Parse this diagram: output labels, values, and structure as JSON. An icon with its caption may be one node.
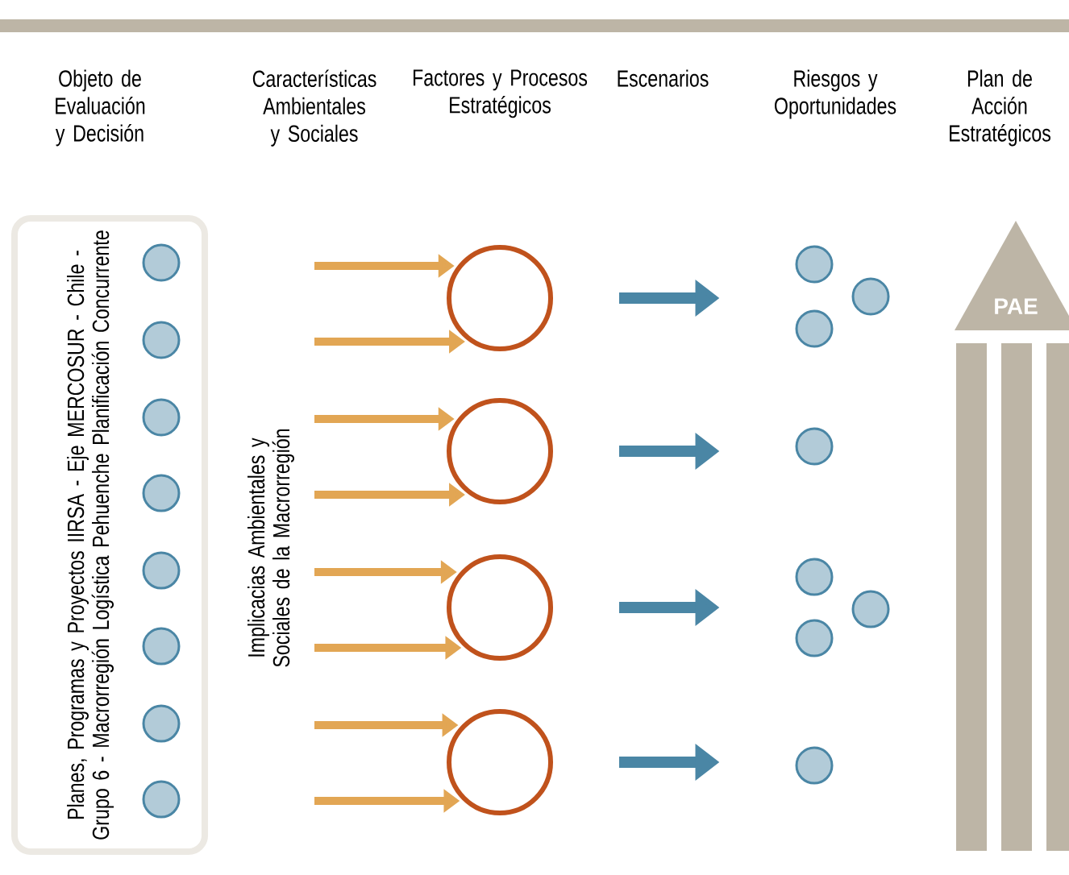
{
  "diagram": {
    "nodes": [
      {
        "text": [
          "Planes, Programas y Proyectos IIRSA - Eje MERCOSUR - Chile - Grupo 6 - Macrorregión Logística Pehuenche Planificación Concurrente"
        ]
      },
      {
        "text": [],
        "shape": "circle",
        "in": 0
      },
      {
        "text": [],
        "shape": "circle",
        "in": 0
      },
      {
        "text": [],
        "shape": "circle",
        "in": 0
      },
      {
        "text": [],
        "shape": "circle",
        "in": 0
      },
      {
        "text": [],
        "shape": "circle",
        "in": 0
      },
      {
        "text": [],
        "shape": "circle",
        "in": 0
      },
      {
        "text": [],
        "shape": "circle",
        "in": 0
      },
      {
        "text": [],
        "shape": "circle",
        "in": 0
      },
      {
        "text": [],
        "shape": "circle"
      },
      {
        "text": [],
        "shape": "circle"
      },
      {
        "text": [],
        "shape": "circle"
      },
      {
        "text": [],
        "shape": "circle"
      },
      {
        "text": [],
        "shape": "circle"
      },
      {
        "text": [],
        "shape": "circle"
      },
      {
        "text": [],
        "shape": "circle"
      },
      {
        "text": [],
        "shape": "circle"
      },
      {
        "text": [],
        "shape": "circle"
      },
      {
        "text": [],
        "shape": "circle"
      },
      {
        "text": [],
        "shape": "circle"
      },
      {
        "text": [],
        "shape": "circle"
      },
      {
        "text": [
          "PAE"
        ]
      }
    ],
    "edges": [
      {
        "from": null,
        "to": 9,
        "arrow": "to",
        "color": "#e2a654"
      },
      {
        "from": null,
        "to": 9,
        "arrow": "to",
        "color": "#e2a654"
      },
      {
        "from": null,
        "to": 10,
        "arrow": "to",
        "color": "#e2a654"
      },
      {
        "from": null,
        "to": 10,
        "arrow": "to",
        "color": "#e2a654"
      },
      {
        "from": null,
        "to": 11,
        "arrow": "to",
        "color": "#e2a654"
      },
      {
        "from": null,
        "to": 11,
        "arrow": "to",
        "color": "#e2a654"
      },
      {
        "from": null,
        "to": 12,
        "arrow": "to",
        "color": "#e2a654"
      },
      {
        "from": null,
        "to": 12,
        "arrow": "to",
        "color": "#e2a654"
      },
      {
        "from": 9,
        "to": 13,
        "arrow": "to",
        "color": "#4a86a5"
      },
      {
        "from": 10,
        "to": 16,
        "arrow": "to",
        "color": "#4a86a5"
      },
      {
        "from": 11,
        "to": 17,
        "arrow": "to",
        "color": "#4a86a5"
      },
      {
        "from": 12,
        "to": 20,
        "arrow": "to",
        "color": "#4a86a5"
      }
    ],
    "labels": [
      "Objeto de Evaluación y Decisión",
      "Características Ambientales y Sociales",
      "Factores y Procesos Estratégicos",
      "Escenarios",
      "Riesgos y Oportunidades",
      "Plan de Acción Estratégicos",
      "Implicacias Ambientales y Sociales de la Macrorregión"
    ]
  }
}
